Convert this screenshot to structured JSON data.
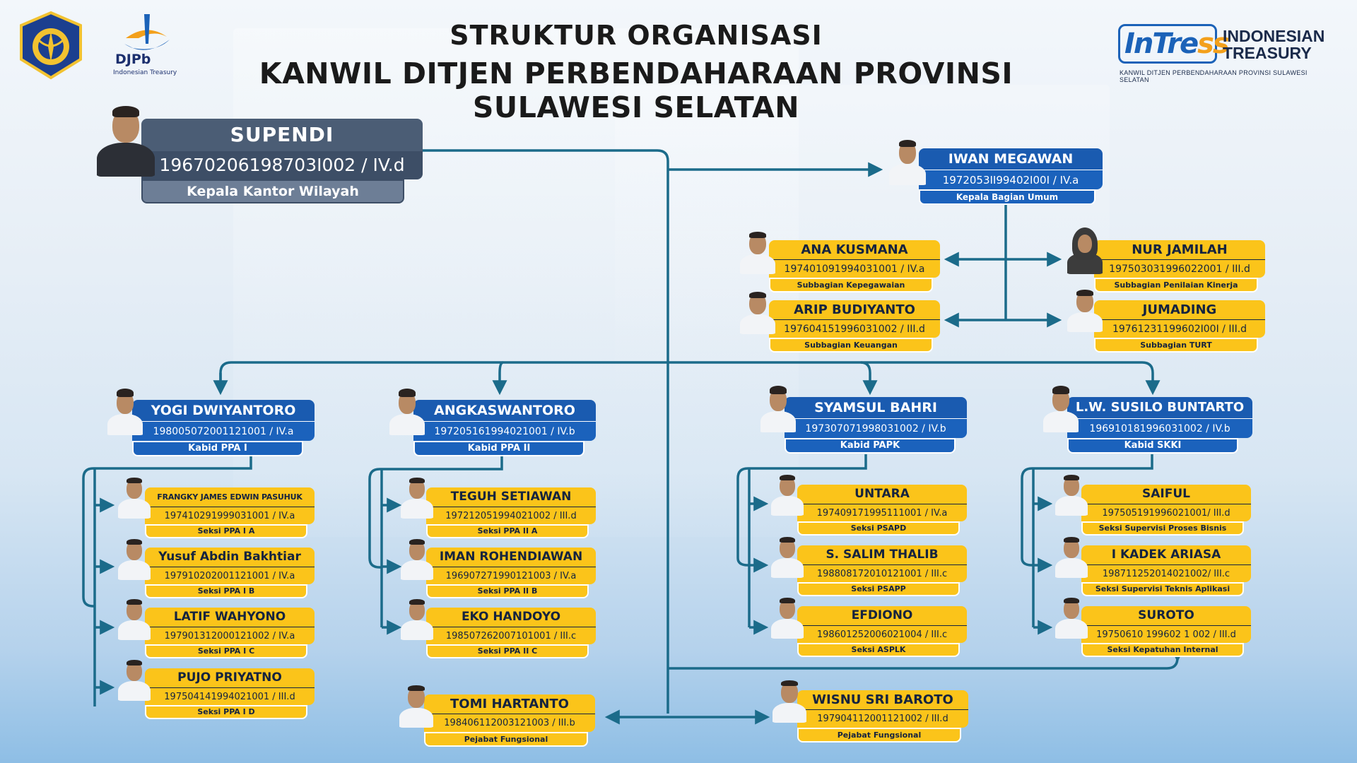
{
  "header": {
    "title_line1": "STRUKTUR ORGANISASI",
    "title_line2": "KANWIL DITJEN PERBENDAHARAAN PROVINSI SULAWESI SELATAN"
  },
  "logos": {
    "djpb": {
      "name": "DJPb",
      "subtitle": "Indonesian Treasury"
    },
    "intress": {
      "mark_a": "InTre",
      "mark_b": "ss",
      "line1": "INDONESIAN",
      "line2": "TREASURY",
      "subtitle": "KANWIL DITJEN PERBENDAHARAAN PROVINSI SULAWESI SELATAN"
    }
  },
  "colors": {
    "connector": "#1b6b8a",
    "dark_card": "#4b5d75",
    "blue_card": "#1a5bb0",
    "yellow_card": "#fbc41a"
  },
  "head": {
    "name": "SUPENDI",
    "nip": "19670206198703I002 / IV.d",
    "title": "Kepala Kantor Wilayah"
  },
  "umum": {
    "head": {
      "name": "IWAN MEGAWAN",
      "nip": "1972053II99402I00I / IV.a",
      "title": "Kepala Bagian Umum"
    },
    "subs": [
      {
        "name": "ANA KUSMANA",
        "nip": "197401091994031001 / IV.a",
        "title": "Subbagian Kepegawaian"
      },
      {
        "name": "ARIP BUDIYANTO",
        "nip": "197604151996031002 / III.d",
        "title": "Subbagian Keuangan"
      },
      {
        "name": "NUR JAMILAH",
        "nip": "197503031996022001 / III.d",
        "title": "Subbagian Penilaian Kinerja"
      },
      {
        "name": "JUMADING",
        "nip": "19761231199602I00I / III.d",
        "title": "Subbagian TURT"
      }
    ]
  },
  "divisions": [
    {
      "head": {
        "name": "YOGI DWIYANTORO",
        "nip": "198005072001121001 / IV.a",
        "title": "Kabid PPA I"
      },
      "sections": [
        {
          "name": "FRANGKY JAMES EDWIN PASUHUK",
          "nip": "197410291999031001 / IV.a",
          "title": "Seksi PPA I A"
        },
        {
          "name": "Yusuf Abdin Bakhtiar",
          "nip": "197910202001121001 / IV.a",
          "title": "Seksi PPA I B"
        },
        {
          "name": "LATIF WAHYONO",
          "nip": "197901312000121002 / IV.a",
          "title": "Seksi PPA I C"
        },
        {
          "name": "PUJO PRIYATNO",
          "nip": "197504141994021001 / III.d",
          "title": "Seksi PPA I D"
        }
      ]
    },
    {
      "head": {
        "name": "ANGKASWANTORO",
        "nip": "197205161994021001 / IV.b",
        "title": "Kabid PPA II"
      },
      "sections": [
        {
          "name": "TEGUH SETIAWAN",
          "nip": "197212051994021002 / III.d",
          "title": "Seksi PPA II A"
        },
        {
          "name": "IMAN ROHENDIAWAN",
          "nip": "196907271990121003 / IV.a",
          "title": "Seksi PPA II B"
        },
        {
          "name": "EKO HANDOYO",
          "nip": "198507262007101001 / III.c",
          "title": "Seksi PPA II C"
        }
      ]
    },
    {
      "head": {
        "name": "SYAMSUL BAHRI",
        "nip": "197307071998031002 / IV.b",
        "title": "Kabid PAPK"
      },
      "sections": [
        {
          "name": "UNTARA",
          "nip": "197409171995111001 / IV.a",
          "title": "Seksi PSAPD"
        },
        {
          "name": "S. SALIM THALIB",
          "nip": "198808172010121001 / III.c",
          "title": "Seksi PSAPP"
        },
        {
          "name": "EFDIONO",
          "nip": "198601252006021004 / III.c",
          "title": "Seksi ASPLK"
        }
      ]
    },
    {
      "head": {
        "name": "L.W. SUSILO BUNTARTO",
        "nip": "196910181996031002 / IV.b",
        "title": "Kabid SKKI"
      },
      "sections": [
        {
          "name": "SAIFUL",
          "nip": "197505191996021001/ III.d",
          "title": "Seksi Supervisi Proses Bisnis"
        },
        {
          "name": "I KADEK ARIASA",
          "nip": "198711252014021002/ III.c",
          "title": "Seksi Supervisi Teknis Aplikasi"
        },
        {
          "name": "SUROTO",
          "nip": "19750610 199602 1 002 / III.d",
          "title": "Seksi Kepatuhan Internal"
        }
      ]
    }
  ],
  "functional": [
    {
      "name": "TOMI HARTANTO",
      "nip": "198406112003121003 / III.b",
      "title": "Pejabat Fungsional"
    },
    {
      "name": "WISNU SRI BAROTO",
      "nip": "197904112001121002 / III.d",
      "title": "Pejabat Fungsional"
    }
  ]
}
